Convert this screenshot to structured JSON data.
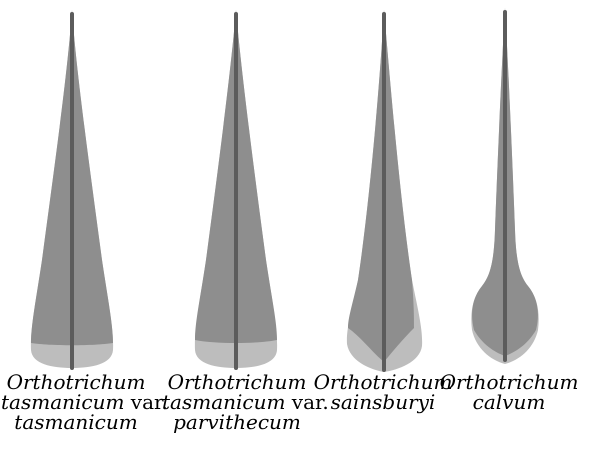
{
  "specimens": [
    {
      "caption": [
        [
          {
            "text": "Orthotrichum",
            "italic": true
          }
        ],
        [
          {
            "text": "tasmanicum",
            "italic": true
          },
          {
            "text": " var.",
            "italic": false
          }
        ],
        [
          {
            "text": "tasmanicum",
            "italic": true
          }
        ]
      ]
    },
    {
      "caption": [
        [
          {
            "text": "Orthotrichum",
            "italic": true
          }
        ],
        [
          {
            "text": "tasmanicum",
            "italic": true
          },
          {
            "text": " var.",
            "italic": false
          }
        ],
        [
          {
            "text": "parvithecum",
            "italic": true
          }
        ]
      ]
    },
    {
      "caption": [
        [
          {
            "text": "Orthotrichum",
            "italic": true
          }
        ],
        [
          {
            "text": "sainsburyi",
            "italic": true
          }
        ]
      ]
    },
    {
      "caption": [
        [
          {
            "text": "Orthotrichum",
            "italic": true
          }
        ],
        [
          {
            "text": "calvum",
            "italic": true
          }
        ]
      ]
    }
  ],
  "colors": {
    "leaf_fill": "#8e8e8e",
    "leaf_base_fill": "#bdbdbd",
    "costa": "#5c5c5c",
    "caption_text": "#000000"
  }
}
